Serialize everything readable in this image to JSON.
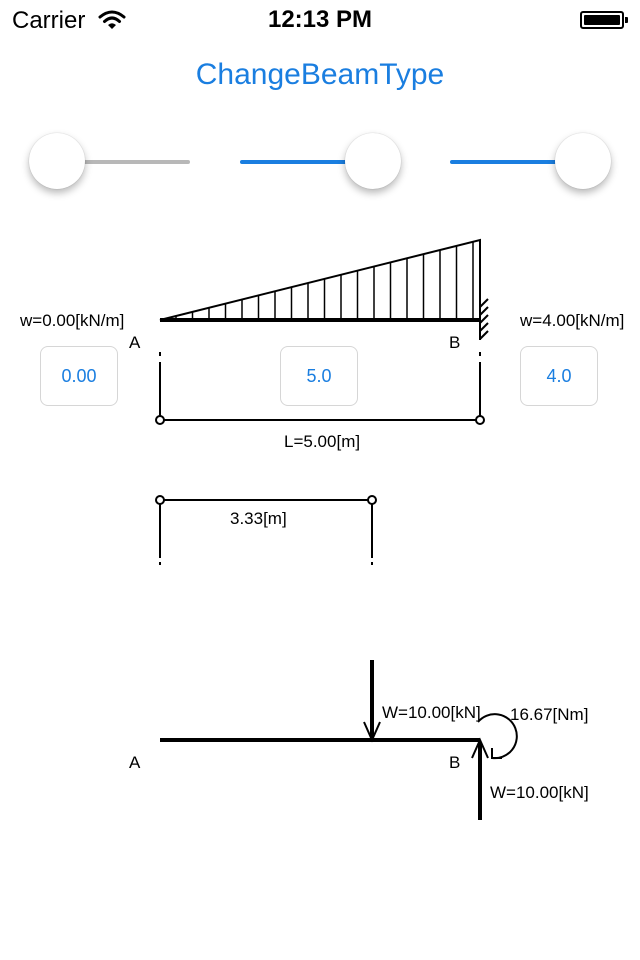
{
  "status_bar": {
    "carrier": "Carrier",
    "time": "12:13 PM",
    "wifi_icon": "wifi-icon",
    "battery_icon": "battery-icon"
  },
  "title": "ChangeBeamType",
  "colors": {
    "accent": "#1a7ee0",
    "inactive_track": "#b8b8b8",
    "field_border": "#d6d6d6"
  },
  "sliders": [
    {
      "name": "slider-1",
      "value": 0.0
    },
    {
      "name": "slider-2",
      "value": 1.0
    },
    {
      "name": "slider-3",
      "value": 1.0
    }
  ],
  "load_diagram": {
    "left_load_label": "w=0.00[kN/m]",
    "right_load_label": "w=4.00[kN/m]",
    "point_a": "A",
    "point_b": "B",
    "left_load_field": {
      "value": "0.00"
    },
    "length_field": {
      "value": "5.0"
    },
    "right_load_field": {
      "value": "4.0"
    },
    "length_label": "L=5.00[m]",
    "resultant_position_label": "3.33[m]"
  },
  "reaction_diagram": {
    "point_a": "A",
    "point_b": "B",
    "load_label": "W=10.00[kN]",
    "moment_label": "16.67[Nm]",
    "reaction_label": "W=10.00[kN]"
  }
}
